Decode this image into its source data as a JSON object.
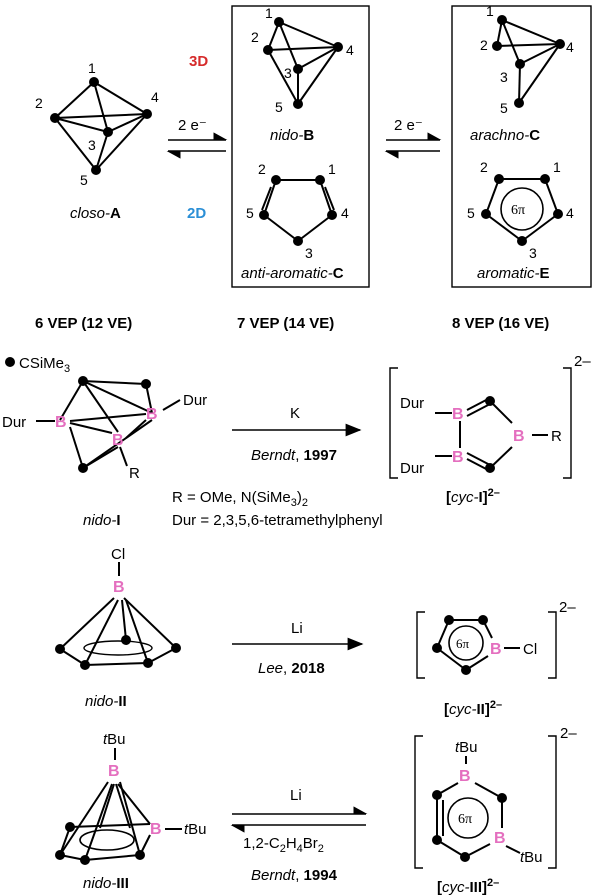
{
  "top": {
    "labels3D": "3D",
    "labels2D": "2D",
    "arrow1": "2 e⁻",
    "arrow2": "2 e⁻",
    "closo_prefix": "closo-",
    "closo_bold": "A",
    "nido_prefix": "nido-",
    "nido_bold": "B",
    "anti_prefix": "anti-aromatic-",
    "anti_bold": "C",
    "arachno_prefix": "arachno-",
    "arachno_bold": "C",
    "aromatic_prefix": "aromatic-",
    "aromatic_bold": "E",
    "sixpi": "6π",
    "vep1": "6 VEP (12 VE)",
    "vep2": "7 VEP (14 VE)",
    "vep3": "8 VEP (16 VE)",
    "n1": "1",
    "n2": "2",
    "n3": "3",
    "n4": "4",
    "n5": "5"
  },
  "row1": {
    "legend": "CSiMe",
    "legend_sub": "3",
    "dur": "Dur",
    "B": "B",
    "R": "R",
    "reagent": "K",
    "author": "Berndt",
    "year": "1997",
    "sep": ", ",
    "r_def_a": "R = OMe, N(SiMe",
    "r_def_sub": "3",
    "r_def_b": ")",
    "r_def_sub2": "2",
    "dur_def": "Dur = 2,3,5,6-tetramethylphenyl",
    "nido_prefix": "nido-",
    "nido_bold": "I",
    "cyc_open": "[",
    "cyc_prefix": "cyc-",
    "cyc_bold": "I",
    "cyc_close": "]",
    "charge": "2–"
  },
  "row2": {
    "Cl": "Cl",
    "B": "B",
    "reagent": "Li",
    "author": "Lee",
    "year": "2018",
    "sep": ", ",
    "sixpi": "6π",
    "nido_prefix": "nido-",
    "nido_bold": "II",
    "cyc_open": "[",
    "cyc_prefix": "cyc-",
    "cyc_bold": "II",
    "cyc_close": "]",
    "charge": "2–"
  },
  "row3": {
    "tBu_t": "t",
    "tBu_rest": "Bu",
    "B": "B",
    "reagent_top": "Li",
    "reagent_bottom": "1,2-C",
    "rb_sub1": "2",
    "rb_mid": "H",
    "rb_sub2": "4",
    "rb_end": "Br",
    "rb_sub3": "2",
    "author": "Berndt",
    "year": "1994",
    "sep": ", ",
    "sixpi": "6π",
    "nido_prefix": "nido-",
    "nido_bold": "III",
    "cyc_open": "[",
    "cyc_prefix": "cyc-",
    "cyc_bold": "III",
    "cyc_close": "]",
    "charge": "2–"
  }
}
